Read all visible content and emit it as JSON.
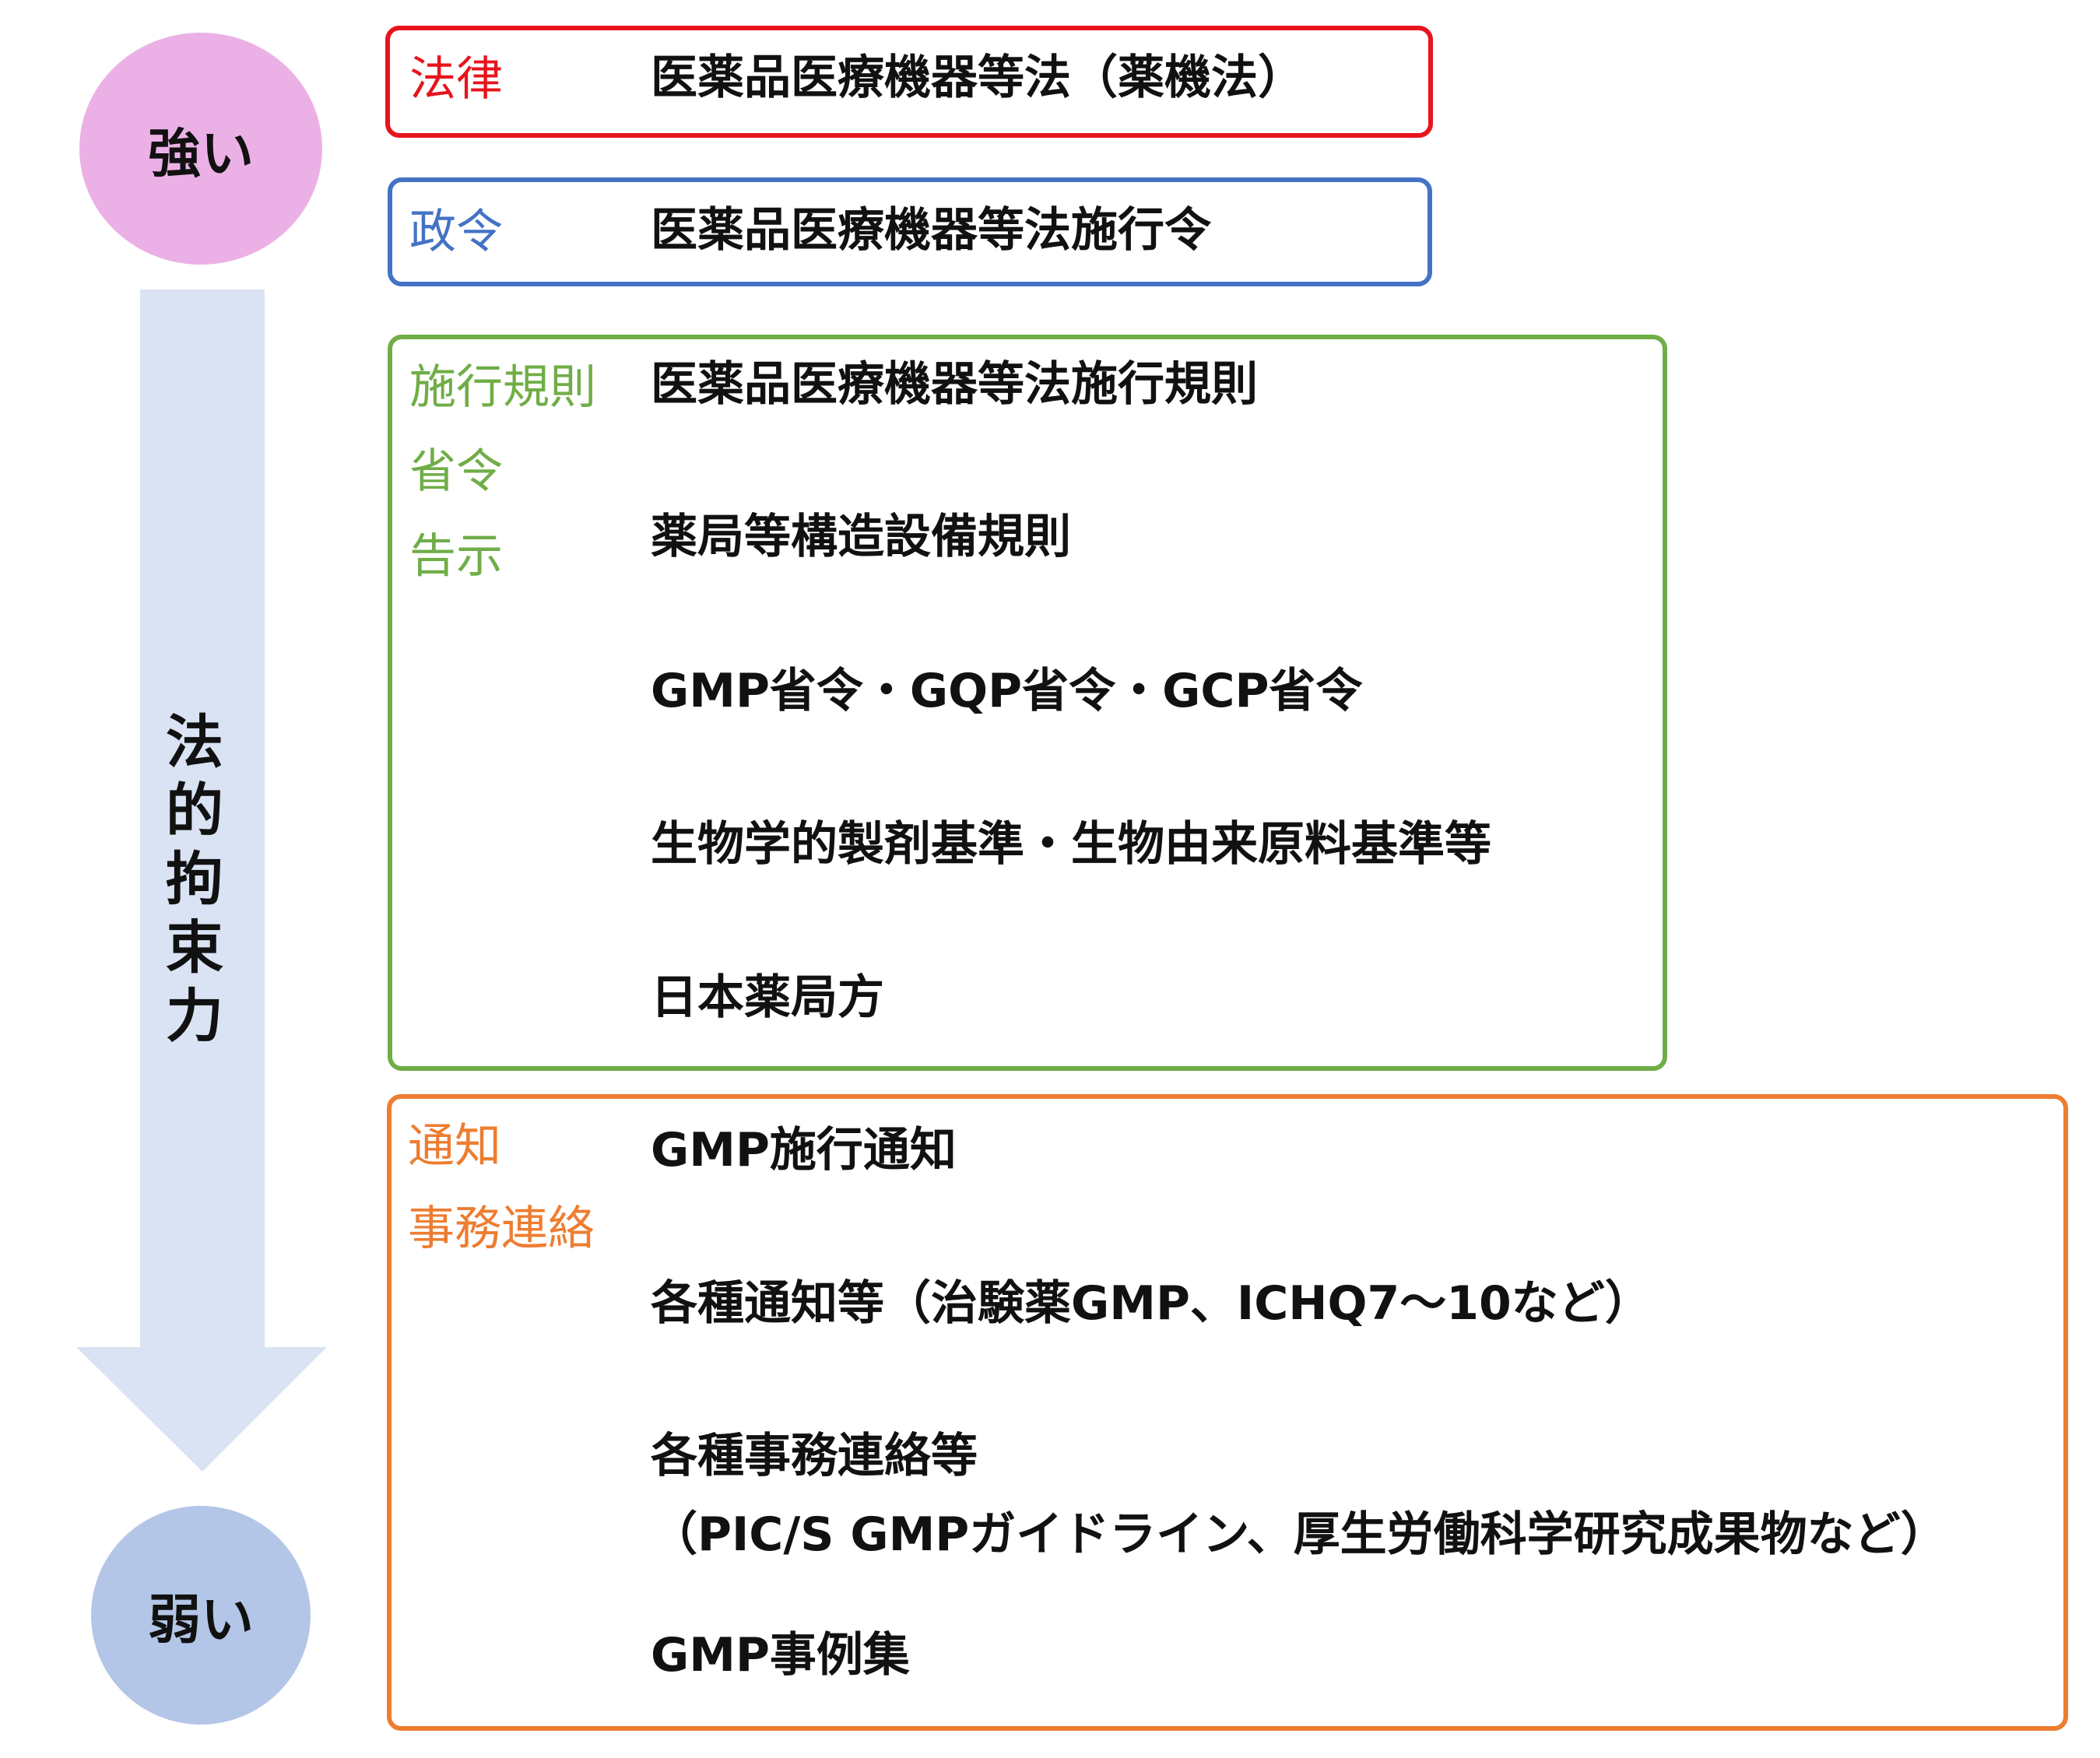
{
  "scale": {
    "strong_label": "強い",
    "weak_label": "弱い",
    "arrow_label": [
      "法",
      "的",
      "拘",
      "束",
      "力"
    ],
    "colors": {
      "strong_circle": "#ebb1e6",
      "weak_circle": "#b4c6e7",
      "arrow": "#dae3f3"
    }
  },
  "tiers": [
    {
      "id": "law",
      "color": "#e8141c",
      "labels": [
        "法律"
      ],
      "items": [
        "医薬品医療機器等法（薬機法）"
      ]
    },
    {
      "id": "cabinet",
      "color": "#4472c4",
      "labels": [
        "政令"
      ],
      "items": [
        "医薬品医療機器等法施行令"
      ]
    },
    {
      "id": "ordinance",
      "color": "#70ad47",
      "labels": [
        "施行規則",
        "省令",
        "告示"
      ],
      "items": [
        "医薬品医療機器等法施行規則",
        "薬局等構造設備規則",
        "GMP省令・GQP省令・GCP省令",
        "生物学的製剤基準・生物由来原料基準等",
        "日本薬局方"
      ]
    },
    {
      "id": "notice",
      "color": "#ed7d31",
      "labels": [
        "通知",
        "事務連絡"
      ],
      "items": [
        "GMP施行通知",
        "各種通知等（治験薬GMP、ICHQ7～10など）",
        "各種事務連絡等",
        "（PIC/S GMPガイドライン、厚生労働科学研究成果物など）",
        "GMP事例集"
      ]
    }
  ]
}
